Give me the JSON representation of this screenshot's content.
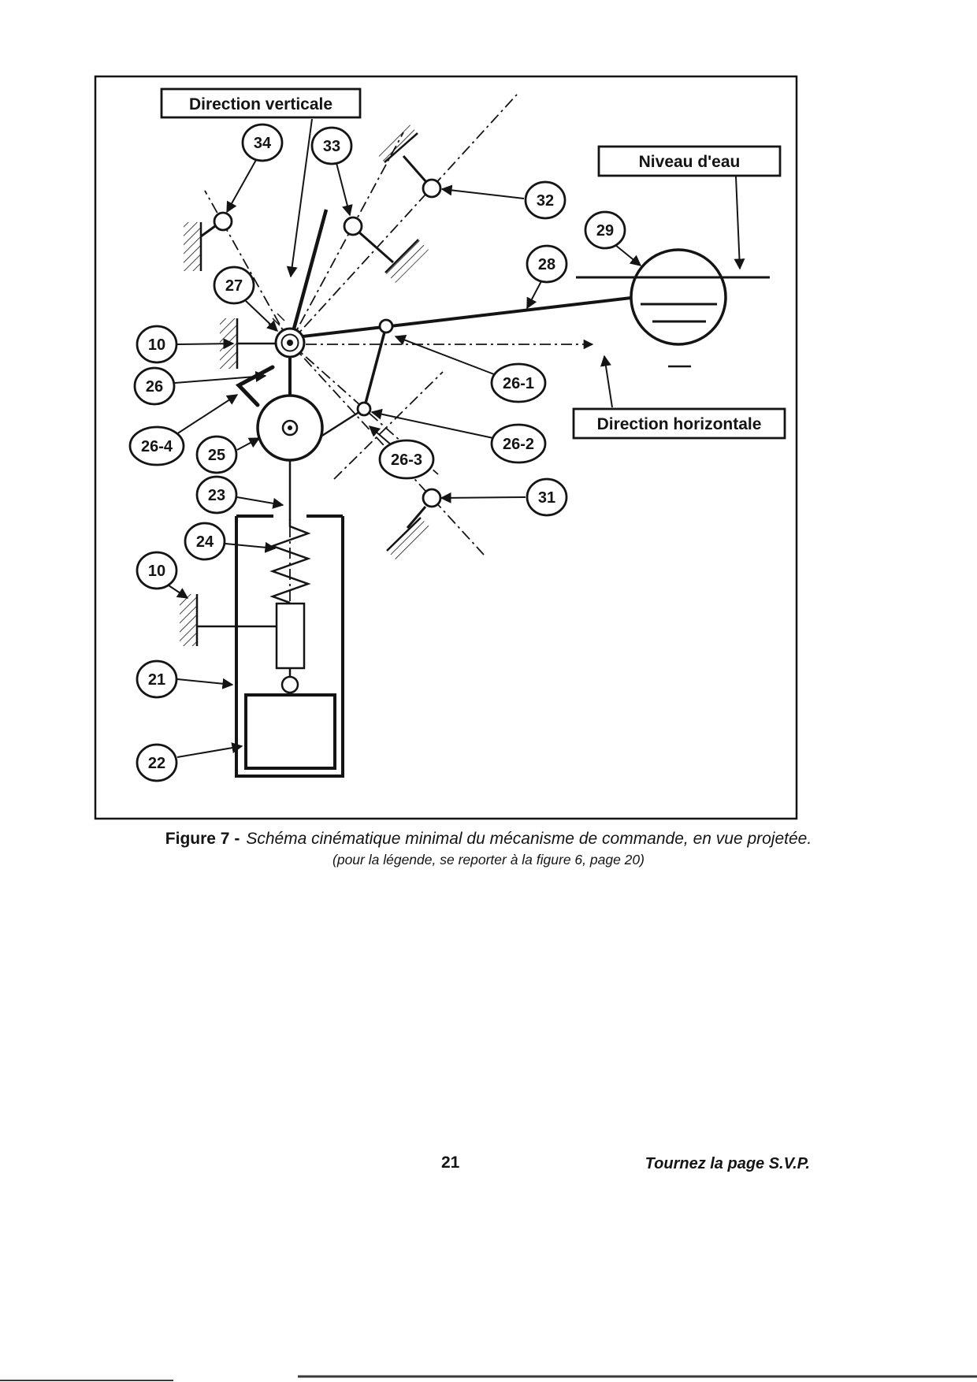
{
  "figure": {
    "labels": {
      "direction_verticale": "Direction verticale",
      "niveau_eau": "Niveau d'eau",
      "direction_horizontale": "Direction horizontale"
    },
    "callouts": [
      {
        "label": "34"
      },
      {
        "label": "33"
      },
      {
        "label": "32"
      },
      {
        "label": "29"
      },
      {
        "label": "28"
      },
      {
        "label": "27"
      },
      {
        "label": "10"
      },
      {
        "label": "26"
      },
      {
        "label": "26-1"
      },
      {
        "label": "26-4"
      },
      {
        "label": "25"
      },
      {
        "label": "26-2"
      },
      {
        "label": "26-3"
      },
      {
        "label": "23"
      },
      {
        "label": "31"
      },
      {
        "label": "24"
      },
      {
        "label": "10"
      },
      {
        "label": "21"
      },
      {
        "label": "22"
      }
    ]
  },
  "caption": {
    "prefix": "Figure 7 -",
    "title": "Schéma cinématique minimal du mécanisme de commande, en vue projetée.",
    "subtitle": "(pour la légende, se reporter à la figure 6, page 20)"
  },
  "footer": {
    "page_number": "21",
    "note": "Tournez la page S.V.P."
  }
}
